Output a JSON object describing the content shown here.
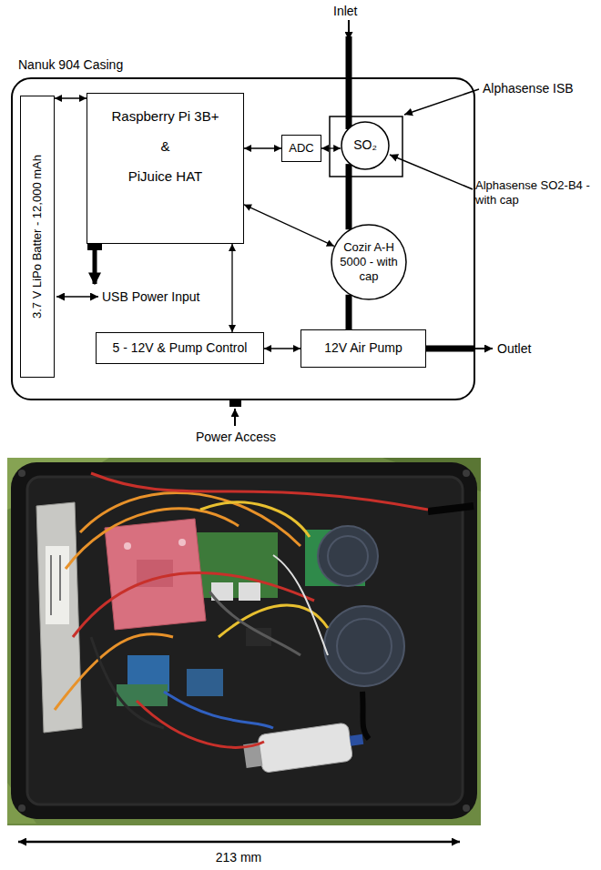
{
  "diagram": {
    "nodes": [
      {
        "text": [
          "Nanuk 904 Casing"
        ]
      },
      {
        "text": [
          "3.7 V LiPo Batter - 12,000 mAh"
        ],
        "in": 0
      },
      {
        "text": [
          "Raspberry Pi 3B+",
          "&",
          "PiJuice HAT"
        ],
        "in": 0
      },
      {
        "text": [
          "ADC"
        ],
        "in": 0
      },
      {
        "text": [
          "SO₂"
        ],
        "in": 0
      },
      {
        "text": [
          "Cozir A-H 5000 - with cap"
        ],
        "in": 0
      },
      {
        "text": [
          "5 - 12V & Pump Control"
        ],
        "in": 0
      },
      {
        "text": [
          "12V Air Pump"
        ],
        "in": 0
      }
    ],
    "edges": [
      {
        "from": 1,
        "to": 2,
        "arrow": "both"
      },
      {
        "from": 2,
        "to": 3,
        "arrow": "both"
      },
      {
        "from": 3,
        "to": 4,
        "arrow": "both"
      },
      {
        "from": 2,
        "to": 5,
        "arrow": "both"
      },
      {
        "from": 2,
        "to": 6,
        "arrow": "both"
      },
      {
        "from": 6,
        "to": 7,
        "arrow": "both"
      },
      {
        "from": 4,
        "to": 5,
        "arrow": "none"
      },
      {
        "from": 5,
        "to": 7,
        "arrow": "none"
      }
    ],
    "labels": [
      "Inlet",
      "Alphasense ISB",
      "Alphasense SO2-B4 -with cap",
      "USB Power Input",
      "Outlet",
      "Power Access",
      "213 mm"
    ]
  }
}
